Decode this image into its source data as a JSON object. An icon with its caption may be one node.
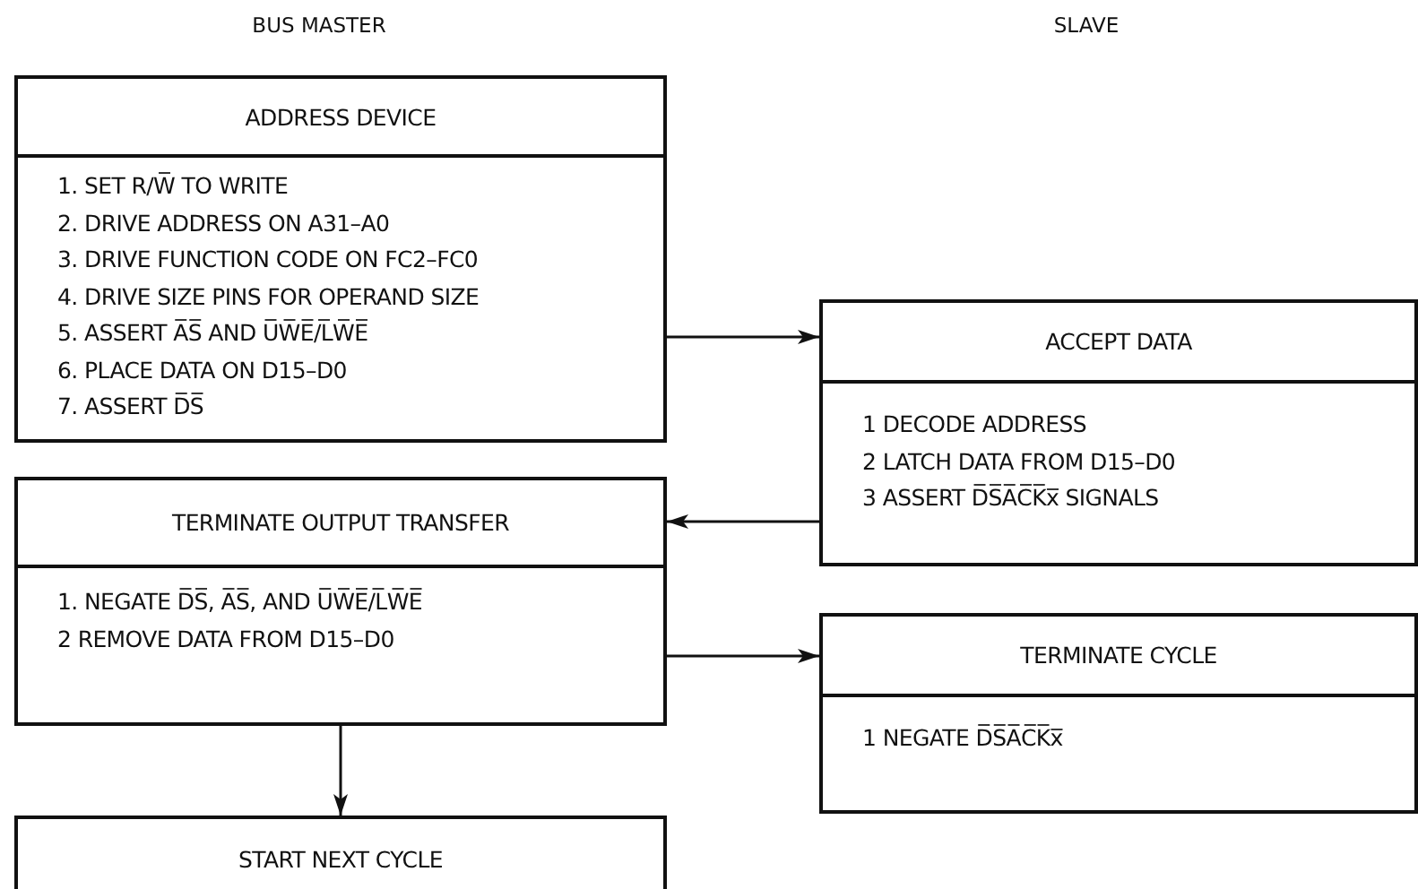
{
  "diagram": {
    "nodes": [
      {
        "text": [
          "ADDRESS DEVICE",
          "1. SET R/W̅ TO WRITE",
          "2. DRIVE ADDRESS ON A31–A0",
          "3. DRIVE FUNCTION CODE ON FC2–FC0",
          "4. DRIVE SIZE PINS FOR OPERAND SIZE",
          "5. ASSERT A̅S̅ AND U̅W̅E̅/L̅W̅E̅",
          "6. PLACE DATA ON D15–D0",
          "7. ASSERT D̅S̅"
        ]
      },
      {
        "text": [
          "ACCEPT DATA",
          "1 DECODE ADDRESS",
          "2 LATCH DATA FROM D15–D0",
          "3 ASSERT D̅S̅A̅C̅K̅x̅ SIGNALS"
        ]
      },
      {
        "text": [
          "TERMINATE OUTPUT TRANSFER",
          "1. NEGATE D̅S̅, A̅S̅, AND U̅W̅E̅/L̅W̅E̅",
          "2 REMOVE DATA FROM D15–D0"
        ]
      },
      {
        "text": [
          "TERMINATE CYCLE",
          "1 NEGATE D̅S̅A̅C̅K̅x̅"
        ]
      },
      {
        "text": [
          "START NEXT CYCLE"
        ]
      }
    ],
    "edges": [
      {
        "from": 0,
        "to": 1,
        "arrow": "to"
      },
      {
        "from": 1,
        "to": 2,
        "arrow": "to"
      },
      {
        "from": 2,
        "to": 3,
        "arrow": "to"
      },
      {
        "from": 2,
        "to": 4,
        "arrow": "to"
      }
    ],
    "labels": [
      "BUS MASTER",
      "SLAVE"
    ]
  }
}
